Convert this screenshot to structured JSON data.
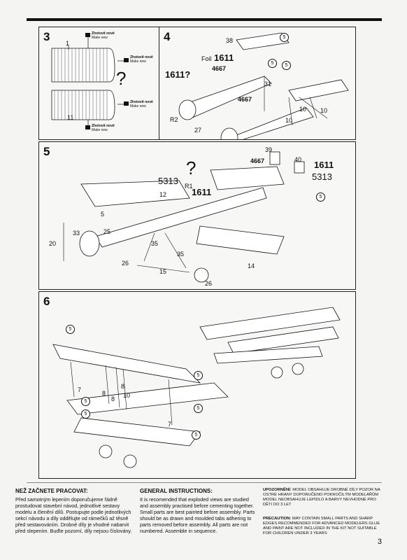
{
  "page_number": "3",
  "steps": [
    {
      "number": "3",
      "labels": {
        "part_1": "1",
        "part_11": "11",
        "question": "?"
      },
      "callouts": [
        {
          "cz": "Zhotovit nově",
          "en": "Make new"
        },
        {
          "cz": "Zhotovit nově",
          "en": "Make new"
        },
        {
          "cz": "Zhotovit nově",
          "en": "Make new"
        },
        {
          "cz": "Zhotovit nově",
          "en": "Make new"
        }
      ]
    },
    {
      "number": "4",
      "labels": {
        "p38": "38",
        "p5a": "5",
        "p5b": "5",
        "p5c": "5",
        "foil": "Foil",
        "m1611": "1611",
        "m4667": "4667",
        "m1611b": "1611?",
        "p31": "31",
        "m4667b": "4667",
        "p10a": "10",
        "p10b": "10",
        "p10c": "10",
        "r2": "R2",
        "p27": "27"
      }
    },
    {
      "number": "5",
      "labels": {
        "p39": "39",
        "p40": "40",
        "m4667": "4667",
        "m1611": "1611",
        "m5313": "5313",
        "p5circle": "5",
        "question": "?",
        "m5313b": "5313",
        "r1": "R1",
        "p12": "12",
        "m1611b": "1611",
        "p5": "5",
        "p33": "33",
        "p25": "25",
        "p20": "20",
        "p35a": "35",
        "p35b": "35",
        "p26a": "26",
        "p15": "15",
        "p26b": "26",
        "p14": "14"
      }
    },
    {
      "number": "6",
      "labels": {
        "c5a": "5",
        "c5b": "5",
        "c5c": "5",
        "c5d": "5",
        "c5e": "5",
        "c5f": "5",
        "p7a": "7",
        "p8a": "8",
        "p8b": "8",
        "p8c": "8",
        "p10": "10",
        "p7b": "7"
      }
    }
  ],
  "footer": {
    "cz_title": "NEŽ ZAČNETE PRACOVAT:",
    "cz_text": "Před samotným lepením doporučujeme řádně prostudovat stavební návod, jednotlivé sestavy modelu a členění dílů. Postupujte podle jednotlivých sekcí návodu a díly oddělujte od rámečků až těsně před sestavováním. Drobné díly je vhodné nabarvit před slepením. Buďte pozorní, díly nejsou číslovány.",
    "en_title": "GENERAL INSTRUCTIONS:",
    "en_text": "It is recomended that exploded views are studied and assembly practised before cementing together. Small parts are best painted before assembly. Parts should be as drawn and moulded tabs adhering to parts removed before assembly. All parts are not numbered. Assemble in sequence.",
    "upozorneni_title": "UPOZORNĚNÍ:",
    "upozorneni_text": "MODEL OBSAHUJE DROBNÉ DÍLY POZOR NA OSTRÉ HRANY DOPORUČENO POKROČILÝM MODELÁŘŮM MODEL NEOBSAHUJE LEPIDLO A BARVY NEVHODNÉ PRO DĚTI DO 3 LET",
    "precaution_title": "PRECAUTION:",
    "precaution_text": "MAY CONTAIN SMALL PARTS AND SHARP EDGES RECOMMENDED FOR ADVANCED MODELERS GLUE AND PAINT ARE NOT INCLUDED IN THE KIT NOT SUITABLE FOR CHILDREN UNDER 3 YEARS"
  }
}
